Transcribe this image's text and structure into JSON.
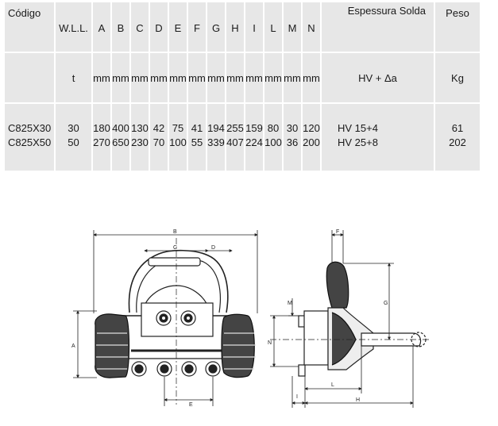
{
  "table": {
    "headers": [
      "Código",
      "W.L.L.",
      "A",
      "B",
      "C",
      "D",
      "E",
      "F",
      "G",
      "H",
      "I",
      "L",
      "M",
      "N",
      "Espessura Solda",
      "Peso"
    ],
    "units": [
      "",
      "t",
      "mm",
      "mm",
      "mm",
      "mm",
      "mm",
      "mm",
      "mm",
      "mm",
      "mm",
      "mm",
      "mm",
      "mm",
      "HV + Δa",
      "Kg"
    ],
    "rows": [
      [
        "C825X30",
        "30",
        "180",
        "400",
        "130",
        "42",
        "75",
        "41",
        "194",
        "255",
        "159",
        "80",
        "30",
        "120",
        "HV 15+4",
        "61"
      ],
      [
        "C825X50",
        "50",
        "270",
        "650",
        "230",
        "70",
        "100",
        "55",
        "339",
        "407",
        "224",
        "100",
        "36",
        "200",
        "HV 25+8",
        "202"
      ]
    ]
  },
  "drawing": {
    "front_labels": [
      "B",
      "C",
      "D",
      "A",
      "E"
    ],
    "side_labels": [
      "F",
      "M",
      "G",
      "N",
      "I",
      "L",
      "H"
    ]
  }
}
